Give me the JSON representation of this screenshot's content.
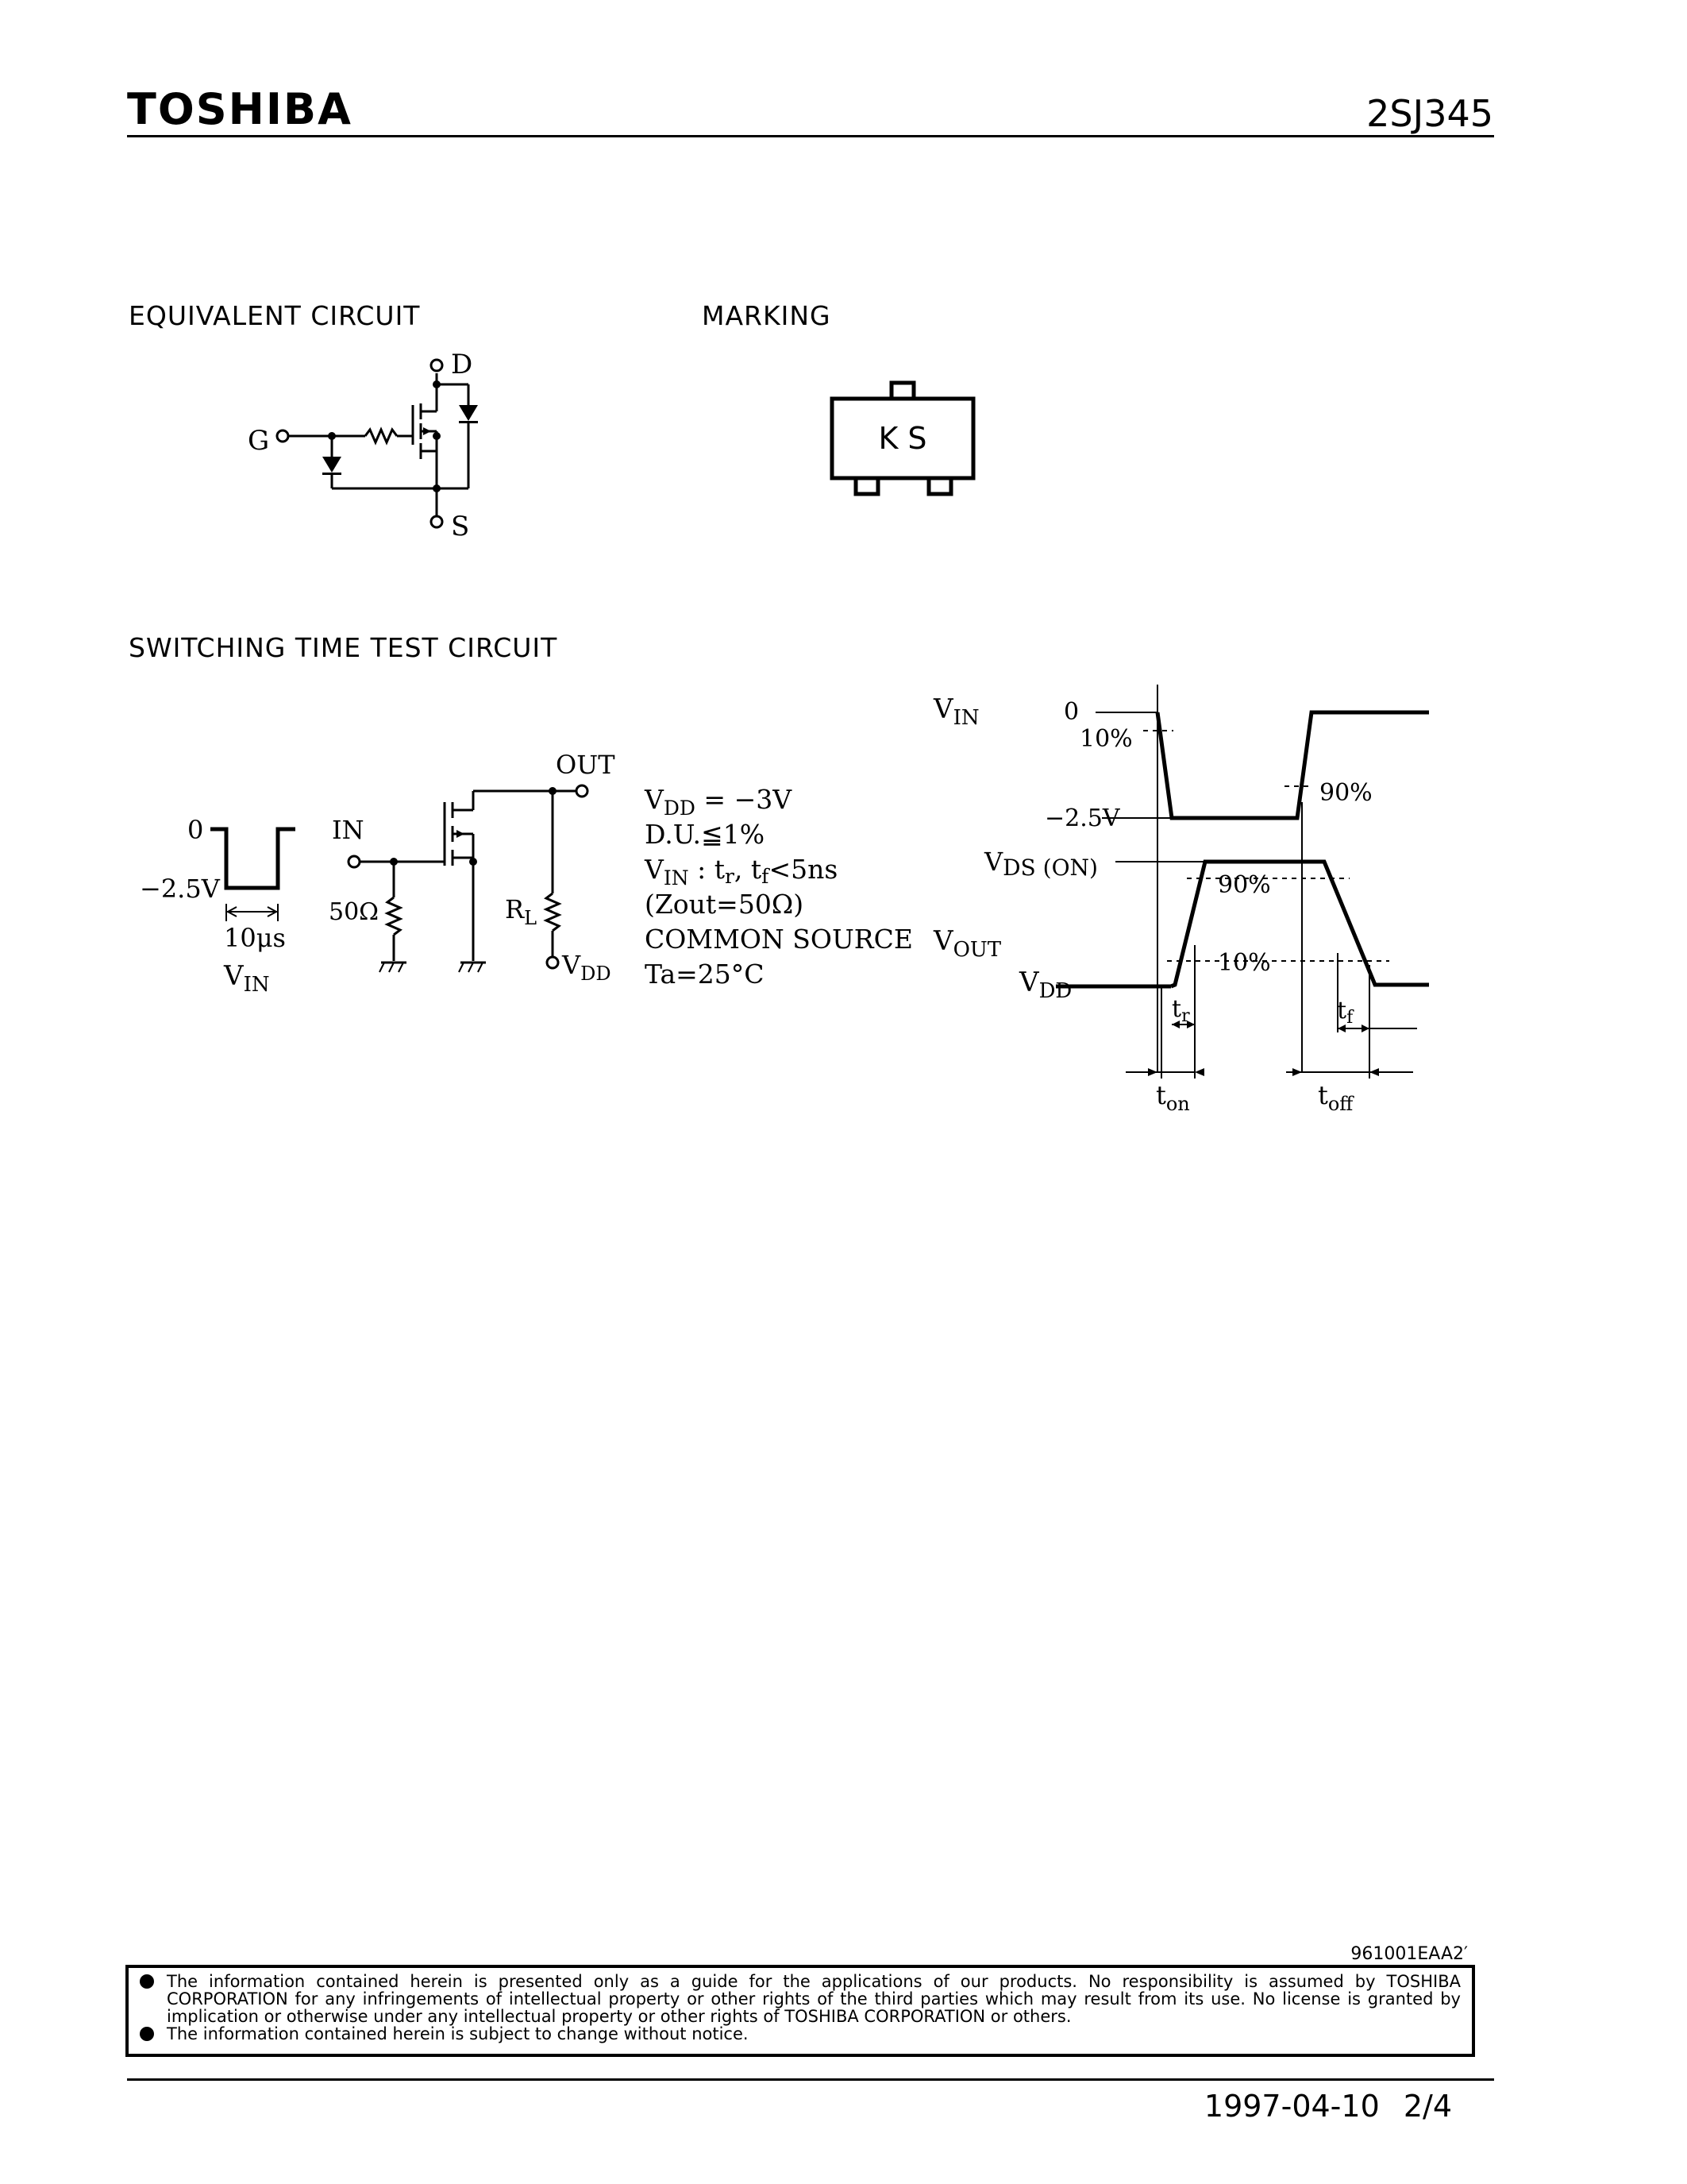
{
  "header": {
    "brand": "TOSHIBA",
    "part_number": "2SJ345"
  },
  "equivalent_circuit": {
    "title": "EQUIVALENT CIRCUIT",
    "labels": {
      "gate": "G",
      "drain": "D",
      "source": "S"
    }
  },
  "marking": {
    "title": "MARKING",
    "code": "K S"
  },
  "switching": {
    "title": "SWITCHING TIME TEST CIRCUIT",
    "input_pulse": {
      "high": "0",
      "low": "−2.5V",
      "width": "10μs",
      "label": "V",
      "label_sub": "IN"
    },
    "circuit": {
      "in": "IN",
      "out": "OUT",
      "r_in": "50Ω",
      "rl": "R",
      "rl_sub": "L",
      "vdd": "V",
      "vdd_sub": "DD"
    },
    "conditions": {
      "vdd": {
        "a": "V",
        "sub": "DD",
        "b": " = −3V"
      },
      "du": "D.U.≦1%",
      "vin": {
        "a": "V",
        "sub": "IN",
        "b": " : t",
        "s2": "r",
        "c": ", t",
        "s3": "f",
        "d": "<5ns"
      },
      "zout": "(Zout=50Ω)",
      "common_source": "COMMON SOURCE",
      "ta": "Ta=25°C"
    },
    "waveform": {
      "vin": "V",
      "vin_sub": "IN",
      "zero": "0",
      "ten_pct_1": "10%",
      "neg25": "−2.5V",
      "ninety_pct_1": "90%",
      "vds": "V",
      "vds_sub": "DS (ON)",
      "ninety_pct_2": "90%",
      "vout": "V",
      "vout_sub": "OUT",
      "ten_pct_2": "10%",
      "vdd": "V",
      "vdd_sub": "DD",
      "tr": "t",
      "tr_sub": "r",
      "tf": "t",
      "tf_sub": "f",
      "ton": "t",
      "ton_sub": "on",
      "toff": "t",
      "toff_sub": "off"
    }
  },
  "footer": {
    "doc_code": "961001EAA2′",
    "disclaimer": [
      "The information contained herein is presented only as a guide for the applications of our products. No responsibility is assumed by TOSHIBA CORPORATION for any infringements of intellectual property or other rights of the third parties which may result from its use. No license is granted by implication or otherwise under any intellectual property or other rights of TOSHIBA CORPORATION or others.",
      "The information contained herein is subject to change without notice."
    ],
    "date": "1997-04-10",
    "page": "2/4"
  }
}
